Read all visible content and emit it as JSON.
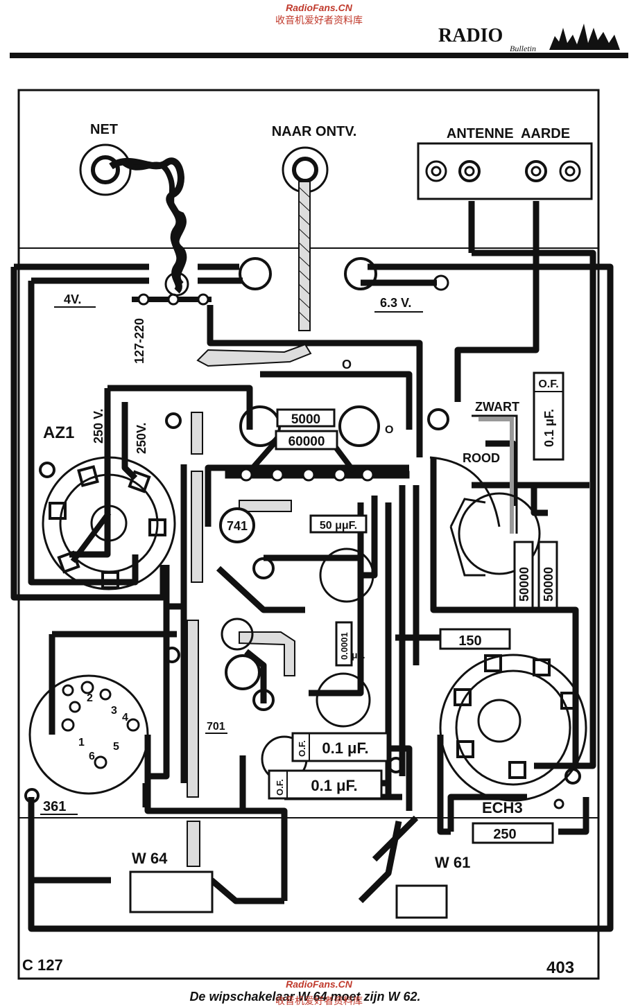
{
  "watermark_top": {
    "line1": "RadioFans.CN",
    "line2": "收音机爱好者资料库"
  },
  "watermark_bottom": {
    "line1": "RadioFans.CN",
    "line2": "收音机爱好者资料库"
  },
  "logo": {
    "main": "RADIO",
    "sub": "Bulletin"
  },
  "labels": {
    "net": "NET",
    "naar_ontv": "NAAR ONTV.",
    "antenne_aarde": "ANTENNE  AARDE",
    "v4": "4V.",
    "v63": "6.3 V.",
    "v127_220": "127-220",
    "v250a": "250 V.",
    "v250b": "250V.",
    "az1": "AZ1",
    "r5000": "5000",
    "r60000": "60000",
    "zwart": "ZWART",
    "rood": "ROOD",
    "c_of_top": "O.F.",
    "c_01uf_right": "0.1 μF.",
    "c_50uuf": "50 μμF.",
    "t741": "741",
    "r50000a": "50000",
    "r50000b": "50000",
    "r150": "150",
    "c00001": "0.0001",
    "c00001_unit": "μF.",
    "t701": "701",
    "c01uf_a_of": "O.F.",
    "c01uf_a": "0.1 μF.",
    "c01uf_b_of": "O.F.",
    "c01uf_b": "0.1 μF.",
    "ech3": "ECH3",
    "r250": "250",
    "t361": "361",
    "w64": "W 64",
    "w61": "W 61",
    "c127": "C 127",
    "n403": "403",
    "o_top": "O",
    "o_mid": "O",
    "pins": [
      "1",
      "2",
      "3",
      "4",
      "5",
      "6"
    ]
  },
  "caption": "De wipschakelaar W 64 moet zijn W 62."
}
